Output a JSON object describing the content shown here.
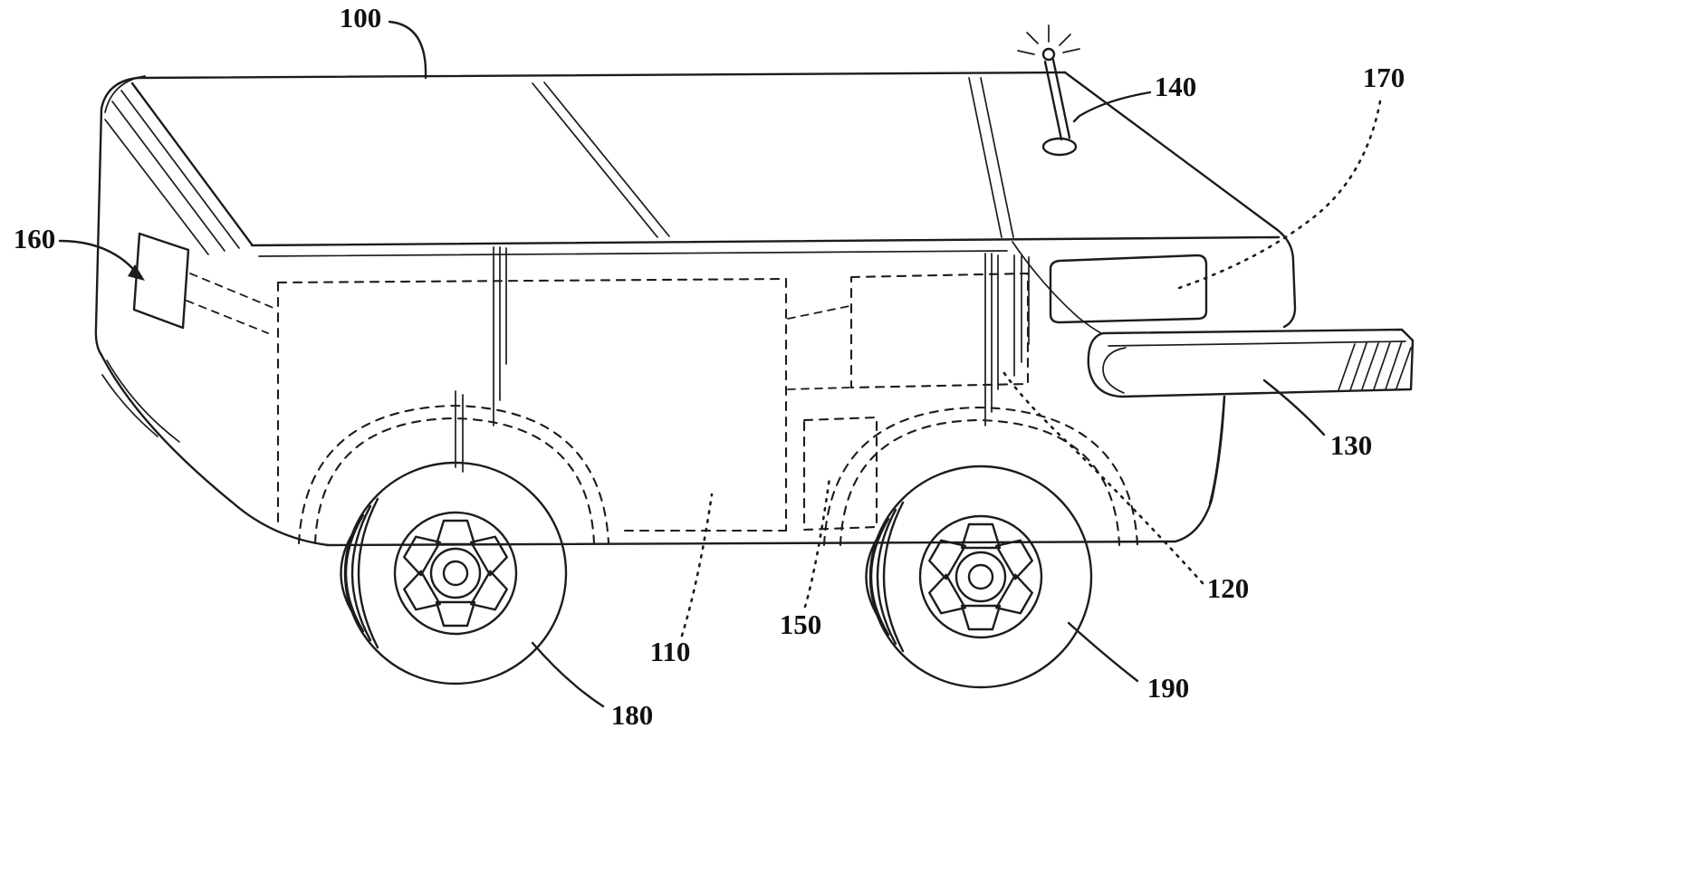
{
  "labels": {
    "l100": "100",
    "l110": "110",
    "l120": "120",
    "l130": "130",
    "l140": "140",
    "l150": "150",
    "l160": "160",
    "l170": "170",
    "l180": "180",
    "l190": "190"
  },
  "colors": {
    "line": "#1c1c1c",
    "background": "#ffffff"
  }
}
